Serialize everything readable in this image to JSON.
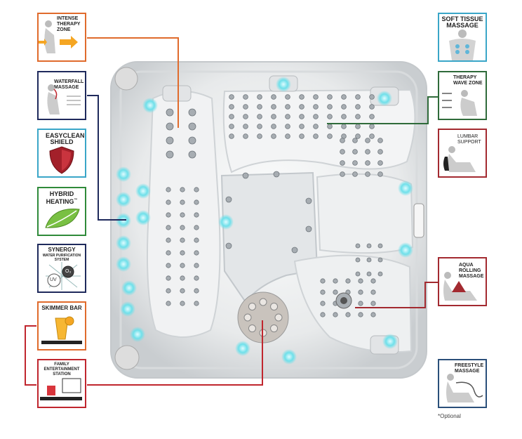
{
  "features": {
    "intense_therapy_zone": {
      "label": "INTENSE THERAPY ZONE",
      "color": "#e06b2c"
    },
    "waterfall_massage": {
      "label": "WATERFALL MASSAGE",
      "color": "#1f2a5c"
    },
    "easyclean_shield": {
      "label": "EASYCLEAN SHIELD",
      "color": "#3aa6c8"
    },
    "hybrid_heating": {
      "label": "HYBRID HEATING",
      "sup": "™",
      "color": "#2f8a3a"
    },
    "synergy": {
      "label": "SYNERGY",
      "sub": "WATER PURIFICATION SYSTEM",
      "uv": "UV",
      "o3": "O₃",
      "color": "#1f2a5c"
    },
    "skimmer_bar": {
      "label": "SKIMMER BAR",
      "color": "#e06b2c"
    },
    "family_entertainment_station": {
      "label": "FAMILY ENTERTAINMENT STATION",
      "color": "#c0262e"
    },
    "soft_tissue_massage": {
      "label": "SOFT TISSUE MASSAGE",
      "color": "#3aa6c8"
    },
    "therapy_wave_zone": {
      "label": "THERAPY WAVE ZONE",
      "color": "#2f6b3a"
    },
    "lumbar_support": {
      "label": "LUMBAR SUPPORT",
      "color": "#a32a30"
    },
    "aqua_rolling_massage": {
      "label": "AQUA ROLLING MASSAGE",
      "color": "#a32a30"
    },
    "freestyle_massage": {
      "label": "FREESTYLE MASSAGE",
      "color": "#2a4f7a"
    }
  },
  "footnote": "*Optional",
  "colors": {
    "jet_light": "#7ee6ee",
    "shell": "#eef0f1",
    "jet": "#9aa0a6"
  }
}
